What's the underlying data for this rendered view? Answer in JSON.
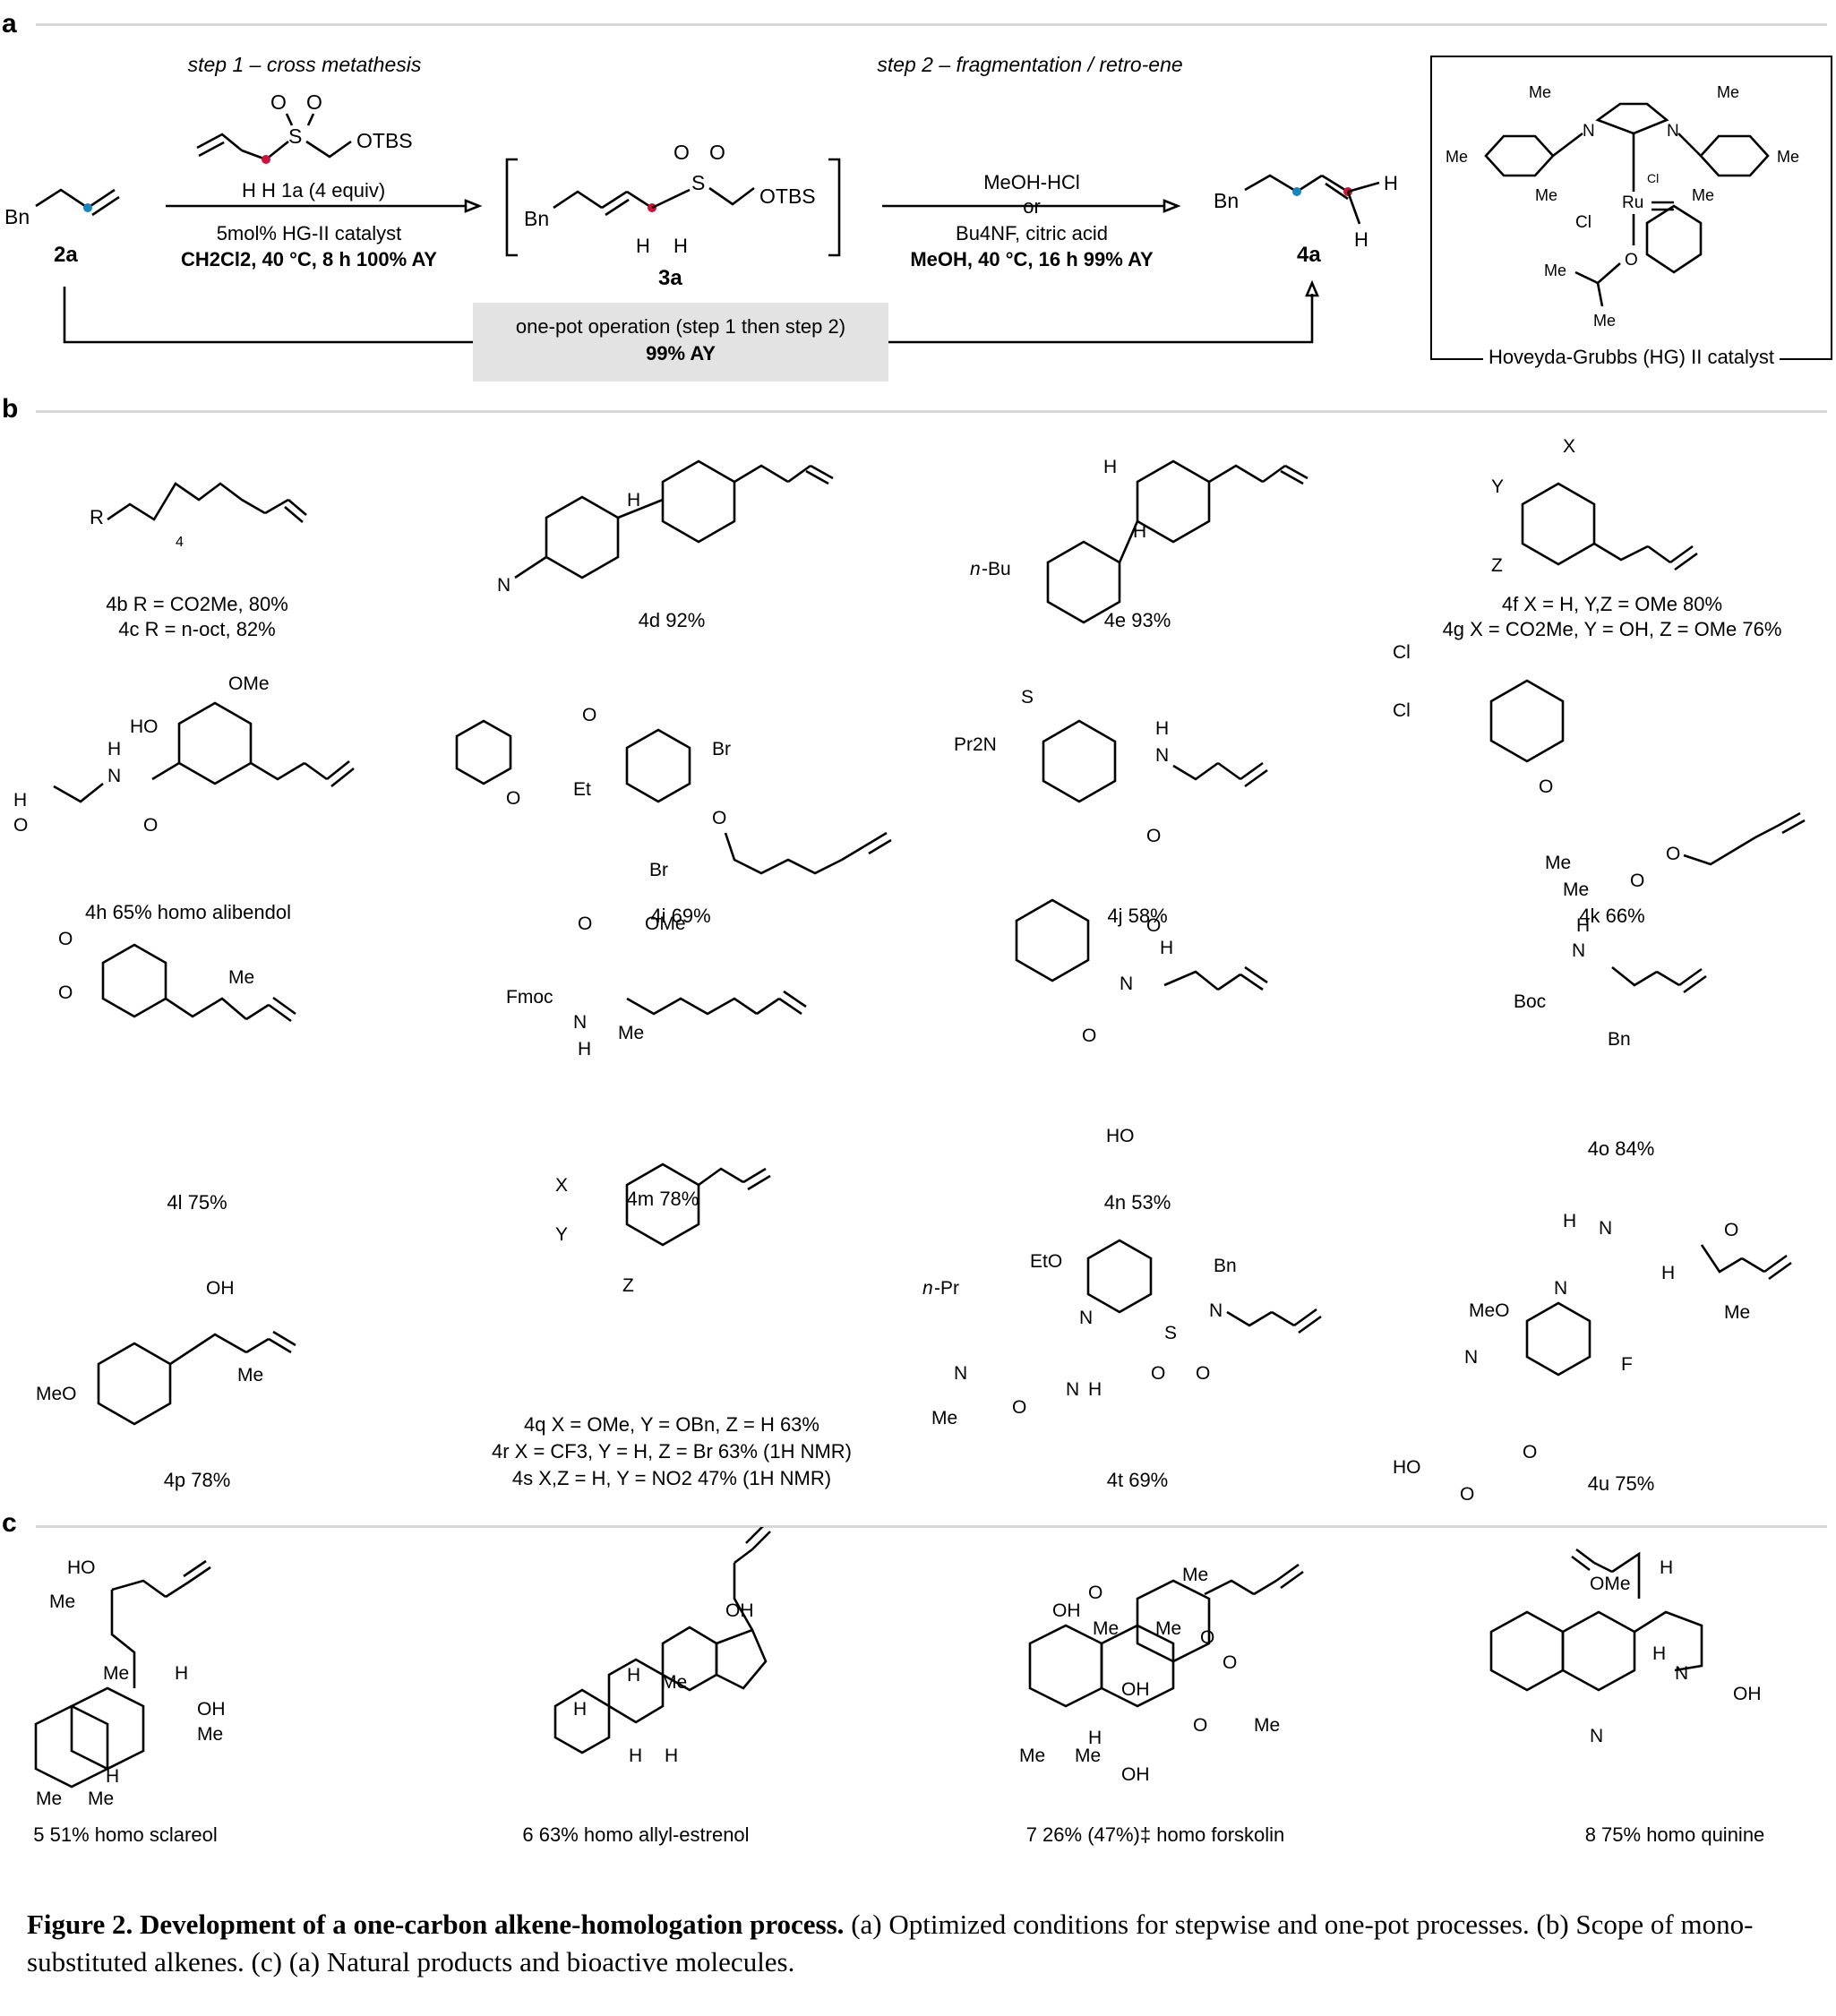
{
  "panel_letters": [
    "a",
    "b",
    "c"
  ],
  "panel_a": {
    "step1_title": "step 1 – cross metathesis",
    "step2_title": "step 2 – fragmentation / retro-ene",
    "reagent_label": "H  H  1a (4 equiv)",
    "cond1_line1": "5mol% HG-II catalyst",
    "cond1_line2": "CH2Cl2, 40 °C, 8 h 100% AY",
    "cond2_line1": "MeOH-HCl",
    "cond2_line2": "or",
    "cond2_line3": "Bu4NF, citric acid",
    "cond2_line4": "MeOH, 40 °C, 16 h 99% AY",
    "sm_label": "2a",
    "int_label": "3a",
    "prod_label": "4a",
    "onepot_line1": "one-pot operation (step 1 then step 2)",
    "onepot_line2": "99% AY",
    "catalyst_caption": "Hoveyda-Grubbs (HG) II catalyst",
    "atoms": {
      "bn": "Bn",
      "otbs": "OTBS",
      "s": "S",
      "o": "O",
      "h": "H",
      "me": "Me",
      "n": "N",
      "ru": "Ru",
      "cl": "Cl"
    }
  },
  "panel_b": {
    "labels": [
      {
        "id": "4b",
        "text": "4b R = CO2Me, 80%"
      },
      {
        "id": "4c",
        "text": "4c R = n-oct, 82%"
      },
      {
        "id": "4d",
        "text": "4d 92%"
      },
      {
        "id": "4e",
        "text": "4e 93%"
      },
      {
        "id": "4f",
        "text": "4f X = H, Y,Z = OMe 80%"
      },
      {
        "id": "4g",
        "text": "4g X = CO2Me, Y = OH, Z = OMe 76%"
      },
      {
        "id": "4h",
        "text": "4h 65% homo alibendol"
      },
      {
        "id": "4i",
        "text": "4i 69%"
      },
      {
        "id": "4j",
        "text": "4j 58%"
      },
      {
        "id": "4k",
        "text": "4k 66%"
      },
      {
        "id": "4l",
        "text": "4l 75%"
      },
      {
        "id": "4m",
        "text": "4m 78%"
      },
      {
        "id": "4n",
        "text": "4n 53%"
      },
      {
        "id": "4o",
        "text": "4o 84%"
      },
      {
        "id": "4p",
        "text": "4p 78%"
      },
      {
        "id": "4q",
        "text": "4q X = OMe, Y = OBn, Z = H 63%"
      },
      {
        "id": "4r",
        "text": "4r X = CF3, Y = H, Z = Br 63% (1H NMR)"
      },
      {
        "id": "4s",
        "text": "4s X,Z = H, Y = NO2 47% (1H NMR)"
      },
      {
        "id": "4t",
        "text": "4t 69%"
      },
      {
        "id": "4u",
        "text": "4u 75%"
      }
    ]
  },
  "panel_c": {
    "labels": [
      {
        "id": "5",
        "text": "5 51% homo sclareol"
      },
      {
        "id": "6",
        "text": "6 63% homo allyl-estrenol"
      },
      {
        "id": "7",
        "text": "7 26% (47%)‡ homo forskolin"
      },
      {
        "id": "8",
        "text": "8 75% homo quinine"
      }
    ]
  },
  "caption": {
    "lead": "Figure 2. Development of a one-carbon alkene-homologation process.",
    "body": "(a) Optimized conditions for stepwise and one-pot processes. (b) Scope of mono-substituted alkenes. (c) (a) Natural products and bioactive molecules."
  },
  "colors": {
    "blue_bond": "#1a86c0",
    "red_bond": "#d0103a",
    "rule": "#d8d8d8",
    "onepot_bg": "#e3e3e3"
  }
}
